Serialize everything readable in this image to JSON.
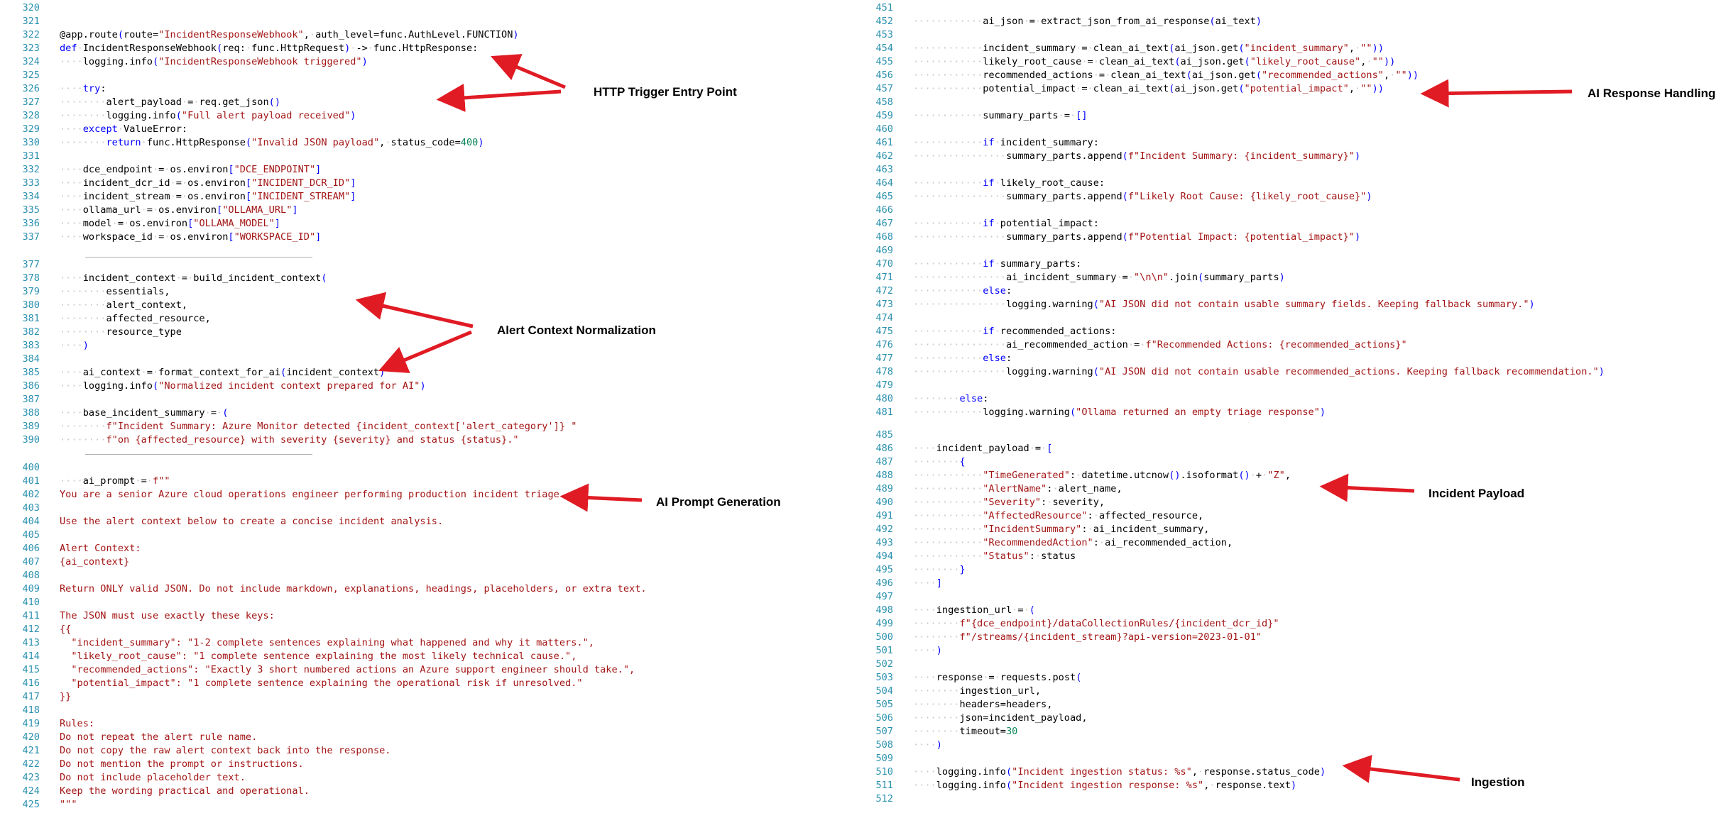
{
  "colors": {
    "line_number": "#2b91af",
    "string": "#a31515",
    "keyword": "#0000ff",
    "number": "#098658",
    "text": "#000000",
    "whitespace_dot": "#c8c8c8",
    "arrow": "#e01b24"
  },
  "annotations": [
    {
      "id": "http-trigger",
      "label": "HTTP Trigger Entry Point"
    },
    {
      "id": "alert-context",
      "label": "Alert Context Normalization"
    },
    {
      "id": "ai-prompt",
      "label": "AI Prompt Generation"
    },
    {
      "id": "ai-response",
      "label": "AI Response Handling"
    },
    {
      "id": "incident-payload",
      "label": "Incident Payload"
    },
    {
      "id": "ingestion",
      "label": "Ingestion"
    }
  ],
  "panels": [
    {
      "id": "http-trigger",
      "lines": [
        {
          "n": "320",
          "t": ""
        },
        {
          "n": "321",
          "t": ""
        },
        {
          "n": "322",
          "t": "@app.route(route=\"IncidentResponseWebhook\", auth_level=func.AuthLevel.FUNCTION)"
        },
        {
          "n": "323",
          "t": "def IncidentResponseWebhook(req: func.HttpRequest) -> func.HttpResponse:"
        },
        {
          "n": "324",
          "t": "    logging.info(\"IncidentResponseWebhook triggered\")"
        },
        {
          "n": "325",
          "t": ""
        },
        {
          "n": "326",
          "t": "    try:"
        },
        {
          "n": "327",
          "t": "        alert_payload = req.get_json()"
        },
        {
          "n": "328",
          "t": "        logging.info(\"Full alert payload received\")"
        },
        {
          "n": "329",
          "t": "    except ValueError:"
        },
        {
          "n": "330",
          "t": "        return func.HttpResponse(\"Invalid JSON payload\", status_code=400)"
        },
        {
          "n": "331",
          "t": ""
        },
        {
          "n": "332",
          "t": "    dce_endpoint = os.environ[\"DCE_ENDPOINT\"]"
        },
        {
          "n": "333",
          "t": "    incident_dcr_id = os.environ[\"INCIDENT_DCR_ID\"]"
        },
        {
          "n": "334",
          "t": "    incident_stream = os.environ[\"INCIDENT_STREAM\"]"
        },
        {
          "n": "335",
          "t": "    ollama_url = os.environ[\"OLLAMA_URL\"]"
        },
        {
          "n": "336",
          "t": "    model = os.environ[\"OLLAMA_MODEL\"]"
        },
        {
          "n": "337",
          "t": "    workspace_id = os.environ[\"WORKSPACE_ID\"]"
        }
      ]
    },
    {
      "id": "alert-context",
      "lines": [
        {
          "n": "377",
          "t": ""
        },
        {
          "n": "378",
          "t": "    incident_context = build_incident_context("
        },
        {
          "n": "379",
          "t": "        essentials,"
        },
        {
          "n": "380",
          "t": "        alert_context,"
        },
        {
          "n": "381",
          "t": "        affected_resource,"
        },
        {
          "n": "382",
          "t": "        resource_type"
        },
        {
          "n": "383",
          "t": "    )"
        },
        {
          "n": "384",
          "t": ""
        },
        {
          "n": "385",
          "t": "    ai_context = format_context_for_ai(incident_context)"
        },
        {
          "n": "386",
          "t": "    logging.info(\"Normalized incident context prepared for AI\")"
        },
        {
          "n": "387",
          "t": ""
        },
        {
          "n": "388",
          "t": "    base_incident_summary = ("
        },
        {
          "n": "389",
          "t": "        f\"Incident Summary: Azure Monitor detected {incident_context['alert_category']} \""
        },
        {
          "n": "390",
          "t": "        f\"on {affected_resource} with severity {severity} and status {status}.\""
        }
      ]
    },
    {
      "id": "ai-prompt",
      "lines": [
        {
          "n": "400",
          "t": ""
        },
        {
          "n": "401",
          "t": "    ai_prompt = f\"\"\""
        },
        {
          "n": "402",
          "t": "You are a senior Azure cloud operations engineer performing production incident triage."
        },
        {
          "n": "403",
          "t": ""
        },
        {
          "n": "404",
          "t": "Use the alert context below to create a concise incident analysis."
        },
        {
          "n": "405",
          "t": ""
        },
        {
          "n": "406",
          "t": "Alert Context:"
        },
        {
          "n": "407",
          "t": "{ai_context}"
        },
        {
          "n": "408",
          "t": ""
        },
        {
          "n": "409",
          "t": "Return ONLY valid JSON. Do not include markdown, explanations, headings, placeholders, or extra text."
        },
        {
          "n": "410",
          "t": ""
        },
        {
          "n": "411",
          "t": "The JSON must use exactly these keys:"
        },
        {
          "n": "412",
          "t": "{{"
        },
        {
          "n": "413",
          "t": "  \"incident_summary\": \"1-2 complete sentences explaining what happened and why it matters.\","
        },
        {
          "n": "414",
          "t": "  \"likely_root_cause\": \"1 complete sentence explaining the most likely technical cause.\","
        },
        {
          "n": "415",
          "t": "  \"recommended_actions\": \"Exactly 3 short numbered actions an Azure support engineer should take.\","
        },
        {
          "n": "416",
          "t": "  \"potential_impact\": \"1 complete sentence explaining the operational risk if unresolved.\""
        },
        {
          "n": "417",
          "t": "}}"
        },
        {
          "n": "418",
          "t": ""
        },
        {
          "n": "419",
          "t": "Rules:"
        },
        {
          "n": "420",
          "t": "Do not repeat the alert rule name."
        },
        {
          "n": "421",
          "t": "Do not copy the raw alert context back into the response."
        },
        {
          "n": "422",
          "t": "Do not mention the prompt or instructions."
        },
        {
          "n": "423",
          "t": "Do not include placeholder text."
        },
        {
          "n": "424",
          "t": "Keep the wording practical and operational."
        },
        {
          "n": "425",
          "t": "\"\"\""
        }
      ]
    },
    {
      "id": "ai-response",
      "lines": [
        {
          "n": "451",
          "t": ""
        },
        {
          "n": "452",
          "t": "            ai_json = extract_json_from_ai_response(ai_text)"
        },
        {
          "n": "453",
          "t": ""
        },
        {
          "n": "454",
          "t": "            incident_summary = clean_ai_text(ai_json.get(\"incident_summary\", \"\"))"
        },
        {
          "n": "455",
          "t": "            likely_root_cause = clean_ai_text(ai_json.get(\"likely_root_cause\", \"\"))"
        },
        {
          "n": "456",
          "t": "            recommended_actions = clean_ai_text(ai_json.get(\"recommended_actions\", \"\"))"
        },
        {
          "n": "457",
          "t": "            potential_impact = clean_ai_text(ai_json.get(\"potential_impact\", \"\"))"
        },
        {
          "n": "458",
          "t": ""
        },
        {
          "n": "459",
          "t": "            summary_parts = []"
        },
        {
          "n": "460",
          "t": ""
        },
        {
          "n": "461",
          "t": "            if incident_summary:"
        },
        {
          "n": "462",
          "t": "                summary_parts.append(f\"Incident Summary: {incident_summary}\")"
        },
        {
          "n": "463",
          "t": ""
        },
        {
          "n": "464",
          "t": "            if likely_root_cause:"
        },
        {
          "n": "465",
          "t": "                summary_parts.append(f\"Likely Root Cause: {likely_root_cause}\")"
        },
        {
          "n": "466",
          "t": ""
        },
        {
          "n": "467",
          "t": "            if potential_impact:"
        },
        {
          "n": "468",
          "t": "                summary_parts.append(f\"Potential Impact: {potential_impact}\")"
        },
        {
          "n": "469",
          "t": ""
        },
        {
          "n": "470",
          "t": "            if summary_parts:"
        },
        {
          "n": "471",
          "t": "                ai_incident_summary = \"\\n\\n\".join(summary_parts)"
        },
        {
          "n": "472",
          "t": "            else:"
        },
        {
          "n": "473",
          "t": "                logging.warning(\"AI JSON did not contain usable summary fields. Keeping fallback summary.\")"
        },
        {
          "n": "474",
          "t": ""
        },
        {
          "n": "475",
          "t": "            if recommended_actions:"
        },
        {
          "n": "476",
          "t": "                ai_recommended_action = f\"Recommended Actions: {recommended_actions}\""
        },
        {
          "n": "477",
          "t": "            else:"
        },
        {
          "n": "478",
          "t": "                logging.warning(\"AI JSON did not contain usable recommended_actions. Keeping fallback recommendation.\")"
        },
        {
          "n": "479",
          "t": ""
        },
        {
          "n": "480",
          "t": "        else:"
        },
        {
          "n": "481",
          "t": "            logging.warning(\"Ollama returned an empty triage response\")"
        }
      ]
    },
    {
      "id": "incident-payload",
      "lines": [
        {
          "n": "485",
          "t": ""
        },
        {
          "n": "486",
          "t": "    incident_payload = ["
        },
        {
          "n": "487",
          "t": "        {"
        },
        {
          "n": "488",
          "t": "            \"TimeGenerated\": datetime.utcnow().isoformat() + \"Z\","
        },
        {
          "n": "489",
          "t": "            \"AlertName\": alert_name,"
        },
        {
          "n": "490",
          "t": "            \"Severity\": severity,"
        },
        {
          "n": "491",
          "t": "            \"AffectedResource\": affected_resource,"
        },
        {
          "n": "492",
          "t": "            \"IncidentSummary\": ai_incident_summary,"
        },
        {
          "n": "493",
          "t": "            \"RecommendedAction\": ai_recommended_action,"
        },
        {
          "n": "494",
          "t": "            \"Status\": status"
        },
        {
          "n": "495",
          "t": "        }"
        },
        {
          "n": "496",
          "t": "    ]"
        },
        {
          "n": "497",
          "t": ""
        },
        {
          "n": "498",
          "t": "    ingestion_url = ("
        },
        {
          "n": "499",
          "t": "        f\"{dce_endpoint}/dataCollectionRules/{incident_dcr_id}\""
        },
        {
          "n": "500",
          "t": "        f\"/streams/{incident_stream}?api-version=2023-01-01\""
        },
        {
          "n": "501",
          "t": "    )"
        },
        {
          "n": "502",
          "t": ""
        },
        {
          "n": "503",
          "t": "    response = requests.post("
        },
        {
          "n": "504",
          "t": "        ingestion_url,"
        },
        {
          "n": "505",
          "t": "        headers=headers,"
        },
        {
          "n": "506",
          "t": "        json=incident_payload,"
        },
        {
          "n": "507",
          "t": "        timeout=30"
        },
        {
          "n": "508",
          "t": "    )"
        },
        {
          "n": "509",
          "t": ""
        },
        {
          "n": "510",
          "t": "    logging.info(\"Incident ingestion status: %s\", response.status_code)"
        },
        {
          "n": "511",
          "t": "    logging.info(\"Incident ingestion response: %s\", response.text)"
        },
        {
          "n": "512",
          "t": ""
        }
      ]
    }
  ]
}
